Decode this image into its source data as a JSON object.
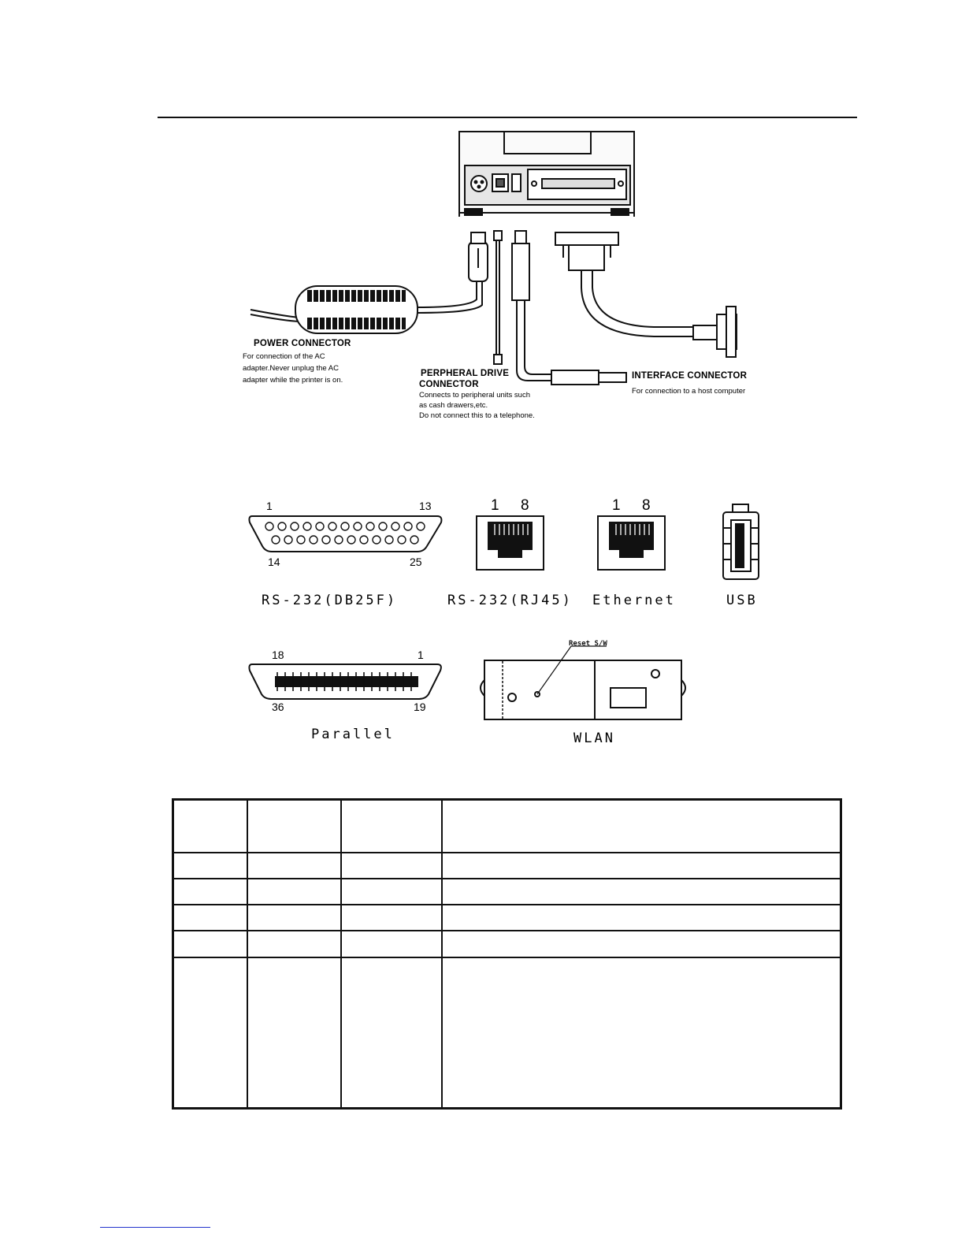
{
  "connector_diagram": {
    "power": {
      "title": "POWER CONNECTOR",
      "lines": [
        "For connection of the AC",
        "adapter.Never unplug the AC",
        "adapter while the printer is on."
      ]
    },
    "peripheral": {
      "title_line1": "PERPHERAL DRIVE",
      "title_line2": "CONNECTOR",
      "lines": [
        "Connects to peripheral units such",
        "as cash drawers,etc.",
        "Do not connect this to a telephone."
      ]
    },
    "interface": {
      "title": "INTERFACE CONNECTOR",
      "lines": [
        "For connection to a host computer"
      ]
    }
  },
  "ports": {
    "db25": {
      "label": "RS-232(DB25F)",
      "pins": [
        "1",
        "13",
        "14",
        "25"
      ]
    },
    "rj45": {
      "label": "RS-232(RJ45)",
      "pins": [
        "1",
        "8"
      ]
    },
    "ethernet": {
      "label": "Ethernet",
      "pins": [
        "1",
        "8"
      ]
    },
    "usb": {
      "label": "USB"
    },
    "parallel": {
      "label": "Parallel",
      "pins": [
        "18",
        "1",
        "36",
        "19"
      ]
    },
    "wlan": {
      "label": "WLAN",
      "reset_label": "Reset S/W"
    }
  }
}
